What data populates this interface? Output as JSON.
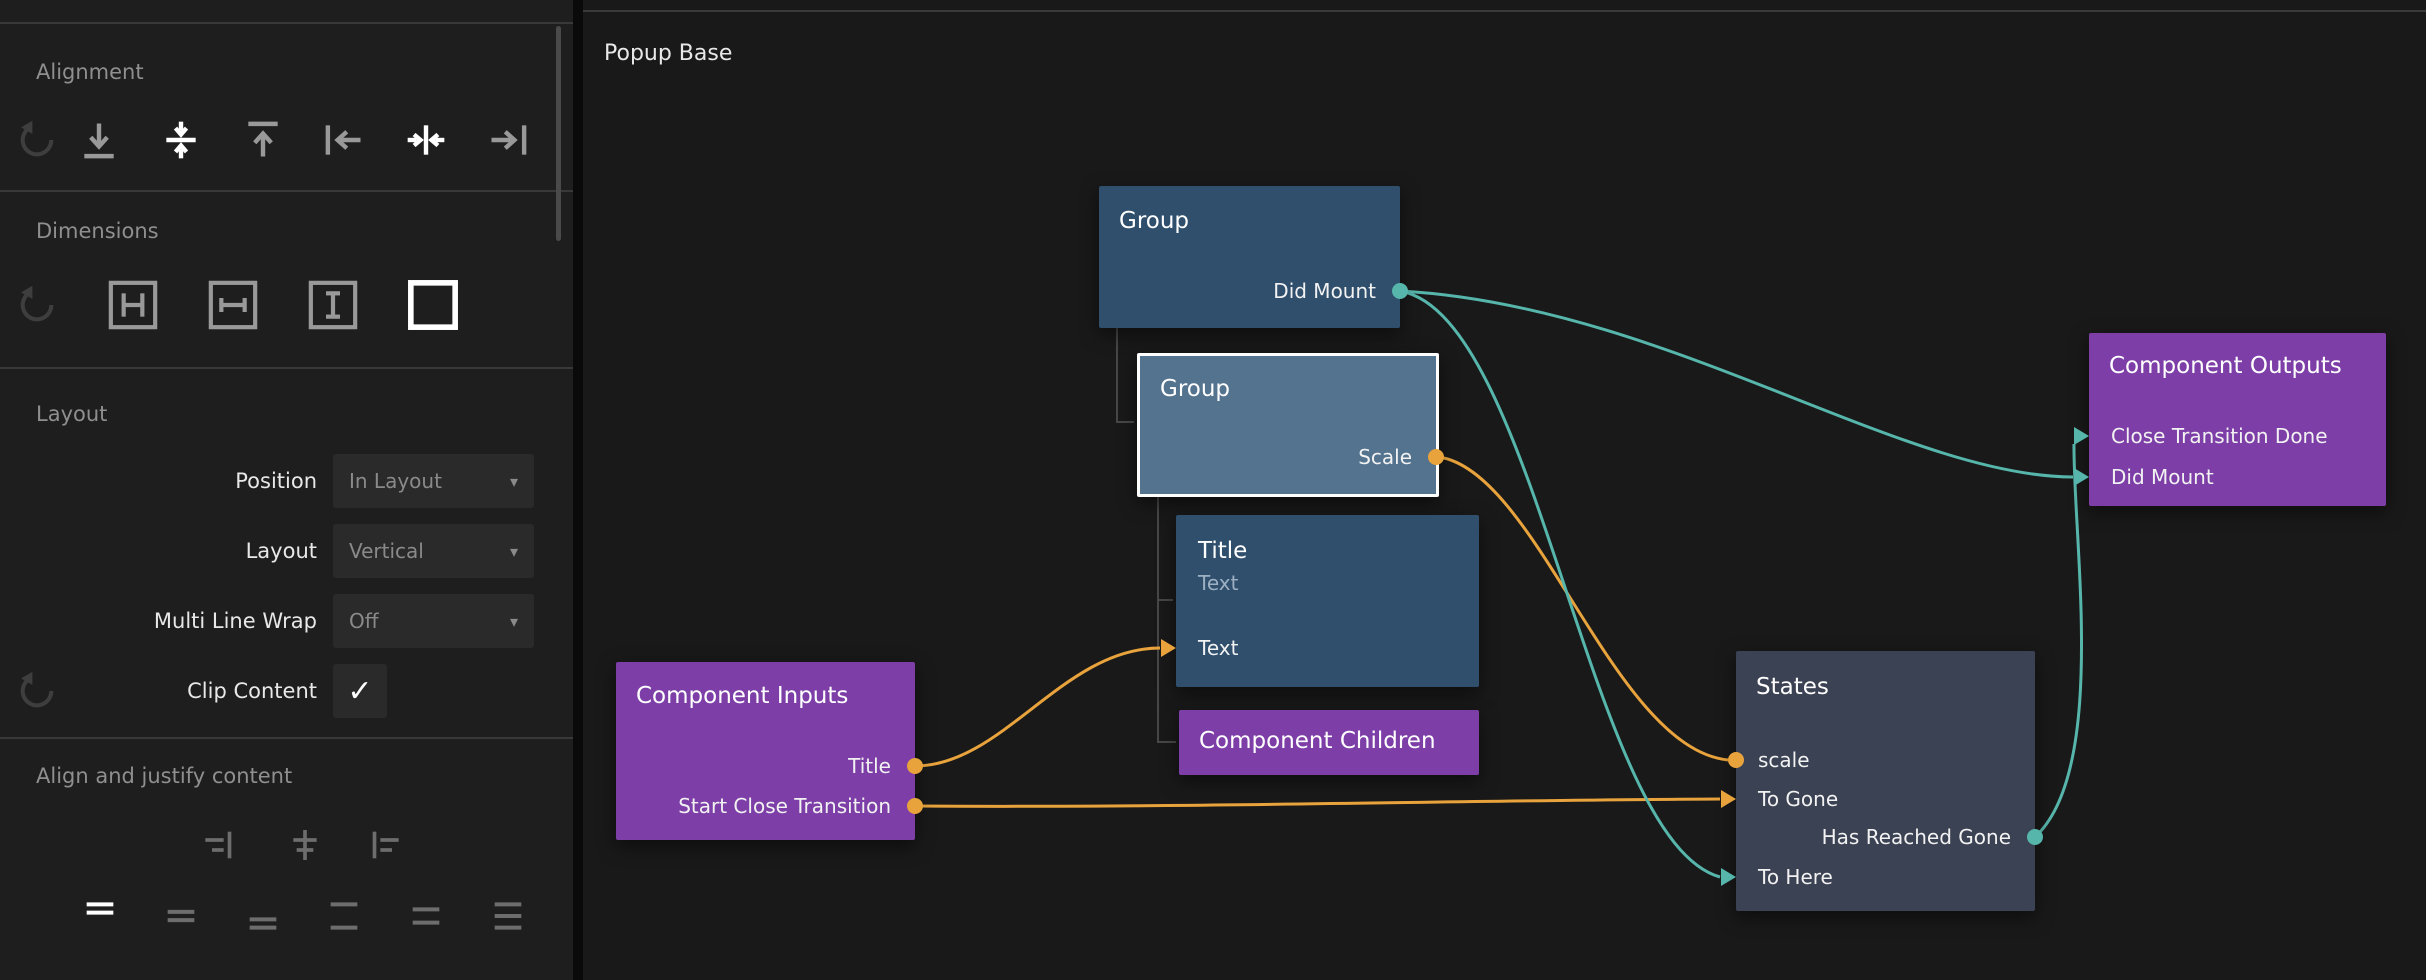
{
  "icons": {
    "caret": "▾",
    "check": "✓"
  },
  "colors": {
    "node_blue": "#2f4f6d",
    "node_blue_selected": "#54738f",
    "node_purple": "#7d3fa7",
    "node_states": "#3b4253",
    "wire_orange": "#e8a33d",
    "wire_teal": "#57b6ab",
    "sidebar_bg": "#1e1e1e",
    "canvas_bg": "#191919"
  },
  "sidebar": {
    "alignment": {
      "title": "Alignment"
    },
    "dimensions": {
      "title": "Dimensions"
    },
    "layout": {
      "title": "Layout",
      "rows": {
        "position": {
          "label": "Position",
          "value": "In Layout"
        },
        "layout": {
          "label": "Layout",
          "value": "Vertical"
        },
        "wrap": {
          "label": "Multi Line Wrap",
          "value": "Off"
        },
        "clip": {
          "label": "Clip Content",
          "checked": true
        }
      }
    },
    "align_justify": {
      "title": "Align and justify content"
    }
  },
  "canvas": {
    "title": "Popup Base",
    "nodes": {
      "group_parent": {
        "title": "Group",
        "port_did_mount": "Did Mount"
      },
      "group_selected": {
        "title": "Group",
        "port_scale": "Scale"
      },
      "title_node": {
        "title": "Title",
        "type": "Text",
        "port_text": "Text"
      },
      "component_children": {
        "title": "Component Children"
      },
      "component_inputs": {
        "title": "Component Inputs",
        "port_title": "Title",
        "port_start_close": "Start Close Transition"
      },
      "states": {
        "title": "States",
        "port_scale": "scale",
        "port_to_gone": "To Gone",
        "port_has_reached_gone": "Has Reached Gone",
        "port_to_here": "To Here"
      },
      "component_outputs": {
        "title": "Component Outputs",
        "port_close_done": "Close Transition Done",
        "port_did_mount": "Did Mount"
      }
    }
  }
}
